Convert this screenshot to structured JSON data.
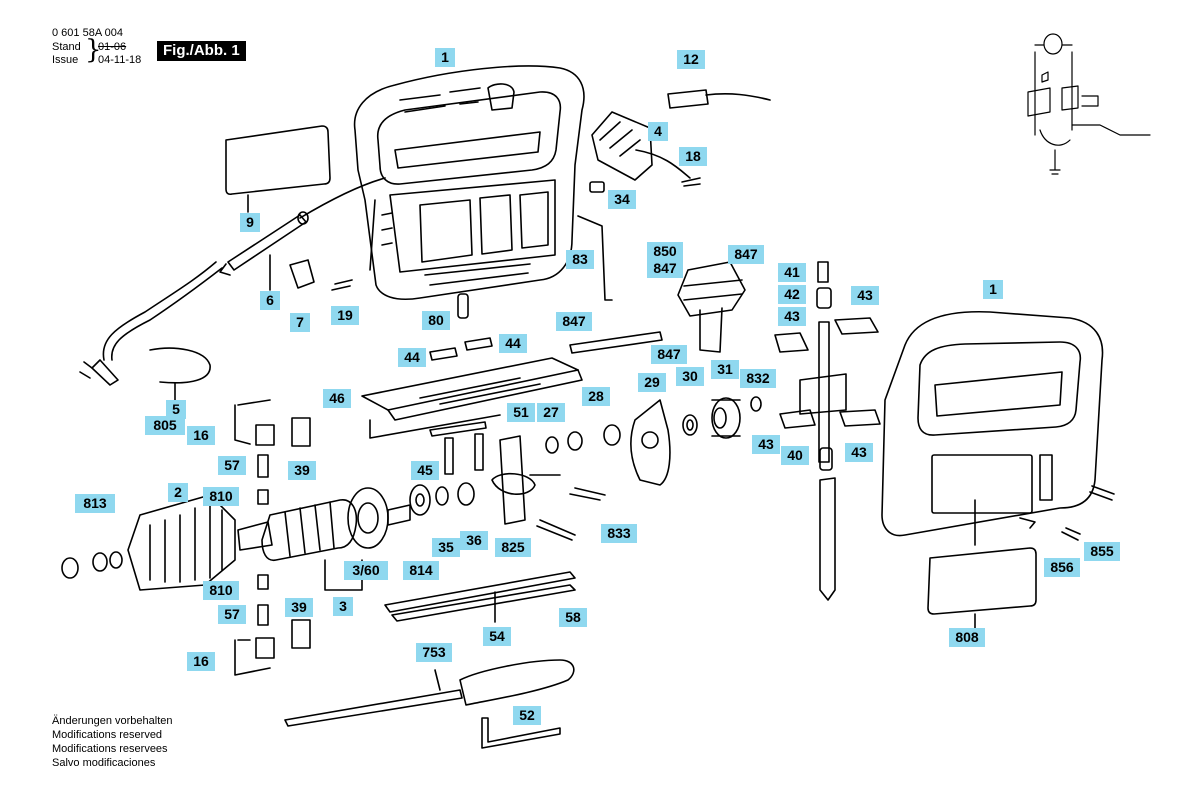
{
  "header": {
    "doc_number": "0 601 58A 004",
    "stand_label": "Stand",
    "issue_label": "Issue",
    "stand_value": "01-06",
    "issue_value": "04-11-18",
    "brace": "}",
    "figure_title": "Fig./Abb. 1"
  },
  "footer": {
    "lines": [
      "Änderungen vorbehalten",
      "Modifications reserved",
      "Modifications reservees",
      "Salvo modificaciones"
    ]
  },
  "part_labels": [
    {
      "id": "p1a",
      "text": "1"
    },
    {
      "id": "p12",
      "text": "12"
    },
    {
      "id": "p4",
      "text": "4"
    },
    {
      "id": "p18",
      "text": "18"
    },
    {
      "id": "p34",
      "text": "34"
    },
    {
      "id": "p9",
      "text": "9"
    },
    {
      "id": "p83",
      "text": "83"
    },
    {
      "id": "p6",
      "text": "6"
    },
    {
      "id": "p7",
      "text": "7"
    },
    {
      "id": "p19",
      "text": "19"
    },
    {
      "id": "p80",
      "text": "80"
    },
    {
      "id": "p850",
      "text": "850"
    },
    {
      "id": "p847a",
      "text": "847"
    },
    {
      "id": "p847b",
      "text": "847"
    },
    {
      "id": "p847c",
      "text": "847"
    },
    {
      "id": "p847d",
      "text": "847"
    },
    {
      "id": "p41",
      "text": "41"
    },
    {
      "id": "p42",
      "text": "42"
    },
    {
      "id": "p43a",
      "text": "43"
    },
    {
      "id": "p43b",
      "text": "43"
    },
    {
      "id": "p1b",
      "text": "1"
    },
    {
      "id": "p44a",
      "text": "44"
    },
    {
      "id": "p44b",
      "text": "44"
    },
    {
      "id": "p5",
      "text": "5"
    },
    {
      "id": "p805",
      "text": "805"
    },
    {
      "id": "p46",
      "text": "46"
    },
    {
      "id": "p29",
      "text": "29"
    },
    {
      "id": "p30",
      "text": "30"
    },
    {
      "id": "p31",
      "text": "31"
    },
    {
      "id": "p832",
      "text": "832"
    },
    {
      "id": "p28",
      "text": "28"
    },
    {
      "id": "p27",
      "text": "27"
    },
    {
      "id": "p51",
      "text": "51"
    },
    {
      "id": "p16a",
      "text": "16"
    },
    {
      "id": "p43c",
      "text": "43"
    },
    {
      "id": "p40",
      "text": "40"
    },
    {
      "id": "p43d",
      "text": "43"
    },
    {
      "id": "p57a",
      "text": "57"
    },
    {
      "id": "p39a",
      "text": "39"
    },
    {
      "id": "p45",
      "text": "45"
    },
    {
      "id": "p813",
      "text": "813"
    },
    {
      "id": "p2",
      "text": "2"
    },
    {
      "id": "p810a",
      "text": "810"
    },
    {
      "id": "p35",
      "text": "35"
    },
    {
      "id": "p36",
      "text": "36"
    },
    {
      "id": "p825",
      "text": "825"
    },
    {
      "id": "p833",
      "text": "833"
    },
    {
      "id": "p855",
      "text": "855"
    },
    {
      "id": "p856",
      "text": "856"
    },
    {
      "id": "p360",
      "text": "3/60"
    },
    {
      "id": "p814",
      "text": "814"
    },
    {
      "id": "p810b",
      "text": "810"
    },
    {
      "id": "p3",
      "text": "3"
    },
    {
      "id": "p58",
      "text": "58"
    },
    {
      "id": "p57b",
      "text": "57"
    },
    {
      "id": "p39b",
      "text": "39"
    },
    {
      "id": "p54",
      "text": "54"
    },
    {
      "id": "p808",
      "text": "808"
    },
    {
      "id": "p16b",
      "text": "16"
    },
    {
      "id": "p753",
      "text": "753"
    },
    {
      "id": "p52",
      "text": "52"
    }
  ]
}
